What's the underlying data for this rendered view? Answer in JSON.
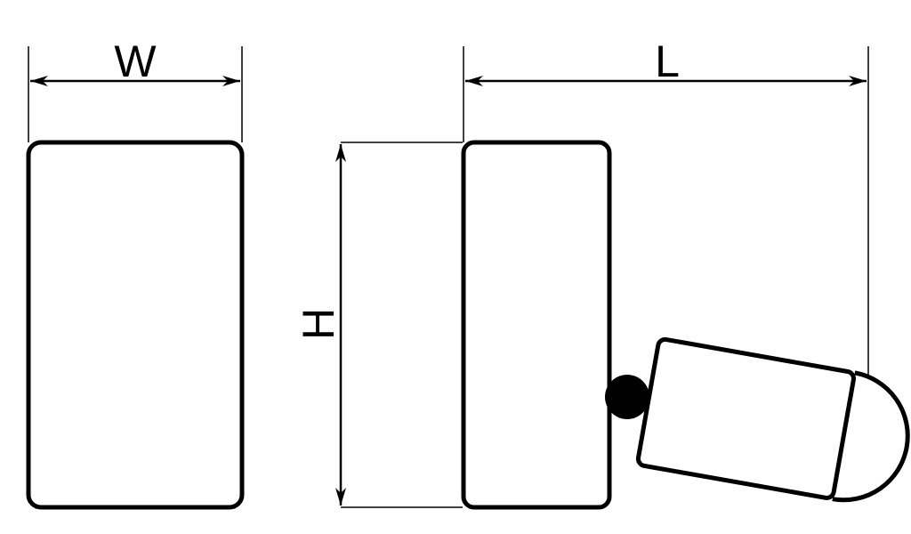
{
  "labels": {
    "width": "W",
    "length": "L",
    "height": "H"
  },
  "icons": {
    "arrowhead": "arrowhead-icon",
    "pivot": "pivot-joint-icon"
  },
  "colors": {
    "stroke": "#000000",
    "background": "#ffffff"
  }
}
